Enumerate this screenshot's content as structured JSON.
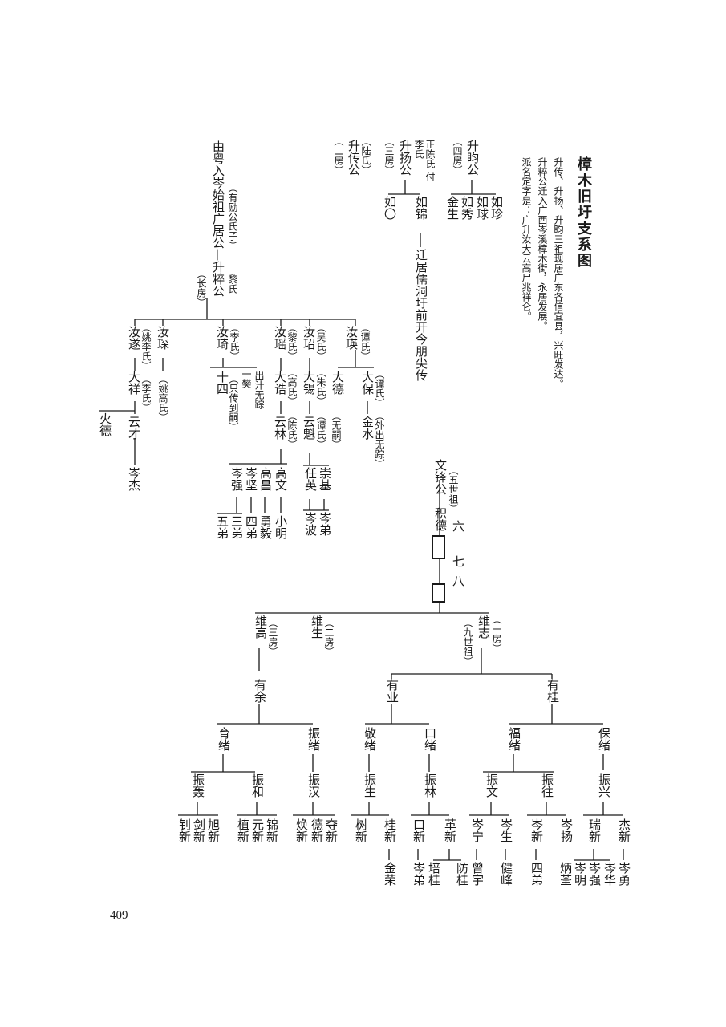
{
  "title": "樟木旧圩支系图",
  "notes": [
    "升传、升扬、升盷三祖现居广东各信宜县，兴旺发达。",
    "升粹公迁入广西岑溪樟木街，永居发展。",
    "派名定字是：广升汝大云高尸兆祥仑。"
  ],
  "page_number": "409",
  "top_tree": {
    "shengming": {
      "name": "升盷公",
      "note": "（四房）",
      "sons": [
        "如珍",
        "如球",
        "如秀",
        "金生"
      ]
    },
    "shengyang": {
      "wife": "正陈氏 付李氏",
      "name": "升扬公",
      "note": "（三房）",
      "sons": [
        "如锦",
        "如〇"
      ],
      "rujin_desc": "迁居儒洞圩前开今朋尖传"
    },
    "shengchuan": {
      "wife": "（陆氏）",
      "name": "升传公",
      "note": "（二房）"
    },
    "origin": "由粤入岑始祖广居公—升粹公",
    "origin_wife": "（有励公氏子）",
    "shengcui_wife": "黎氏",
    "shengcui_note": "（长房）",
    "ruying": {
      "name": "汝瑛",
      "wife": "（谭氏）"
    },
    "dabao": {
      "name": "大保",
      "wife": "（谭氏）",
      "son": "金水",
      "son_note": "（外出无踪）"
    },
    "dade": {
      "name": "大德",
      "note": "（无嗣）"
    },
    "ruzhao": {
      "name": "汝玿",
      "wife": "（吴氏）"
    },
    "daxi": {
      "name": "大锡",
      "wife": "（朱氏）"
    },
    "yunkui": {
      "name": "云魁",
      "wife": "（谭氏）",
      "sons": [
        "崇基",
        "任英"
      ]
    },
    "chongji_son": "岑弟",
    "renying_son": "岑波",
    "ruyao": {
      "name": "汝瑶",
      "wife": "（黎氏）"
    },
    "dagao": {
      "name": "大诰",
      "wife": "（高氏）"
    },
    "yunlin": {
      "name": "云林",
      "wife": "（陈氏）",
      "sons": [
        "高文",
        "高昌",
        "岑坚",
        "岑强"
      ]
    },
    "grandsons": [
      "小明",
      "勇毅",
      "四弟",
      "三弟",
      "五弟"
    ],
    "ruqi": {
      "name": "汝琦",
      "wife": "（李氏）"
    },
    "shisi": "十四",
    "shisi_note": "（只传到嗣）",
    "shisi_note2": "出汁无踪",
    "shisi_note3": "一樊",
    "ruchen": {
      "name": "汝琛"
    },
    "yaogao": "（姚高氏）",
    "rusui": {
      "name": "汝遂",
      "wife": "（姚李氏）"
    },
    "daxiang": {
      "name": "大祥",
      "wife": "（李氏）"
    },
    "yuncai": "云才",
    "cenjie": "岑杰",
    "huode": "火德"
  },
  "bottom_tree": {
    "root_note": "（五世祖）",
    "root": "文锋公—积德",
    "gen6": "六",
    "gen7": "七",
    "gen8": "八",
    "weizhi": {
      "name": "维志",
      "note": "（一房）",
      "note2": "（九世祖）"
    },
    "weisheng": {
      "name": "维生",
      "note": "（二房）"
    },
    "weigao": {
      "name": "维高",
      "note": "（三房）"
    },
    "yougui": "有桂",
    "youye": "有业",
    "youyu": "有余",
    "baoxu": "保绪",
    "fuxu": "福绪",
    "kouxu": "口绪",
    "jingxu": "敬绪",
    "zhenxu": "振绪",
    "yuxu": "育绪",
    "zhenxing": "振兴",
    "zhenwang": "振往",
    "zhenwen": "振文",
    "zhenlin": "振林",
    "zhensheng": "振生",
    "zhenhan": "振汉",
    "zhenhe": "振和",
    "zhengong": "振轰",
    "jiexin": "杰新",
    "ruixin": "瑞新",
    "cenyang": "岑扬",
    "cenxin": "岑新",
    "censheng": "岑生",
    "cenning": "岑宁",
    "gexin": "革新",
    "kouxin": "口新",
    "guixin": "桂新",
    "shuxin": "树新",
    "duoxin": "夺新",
    "dexin": "德新",
    "huanxin": "焕新",
    "jinxin": "锦新",
    "yuanxin": "元新",
    "zhenxin": "植新",
    "xuxin": "旭新",
    "jianxin": "剑新",
    "zhaoxin": "钊新",
    "cenyong": "岑勇",
    "cenhua": "岑华",
    "cenqiang": "岑强",
    "cenming": "岑明",
    "bingquan": "炳荃",
    "sidi": "四弟",
    "jianfeng": "健峰",
    "cengyu": "曾宇",
    "fanggui": "防桂",
    "peigui": "培桂",
    "cendi": "岑弟",
    "jinrong": "金荣"
  }
}
